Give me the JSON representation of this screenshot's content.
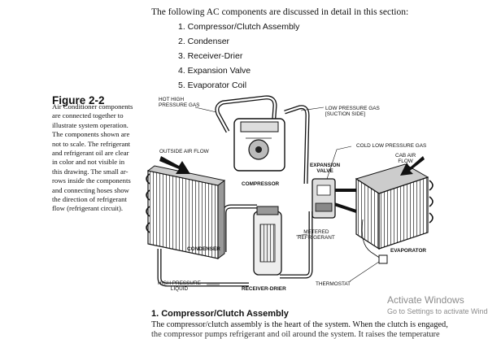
{
  "intro": "The following AC components are discussed in detail in this section:",
  "components": [
    "1. Compressor/Clutch Assembly",
    "2. Condenser",
    "3. Receiver-Drier",
    "4. Expansion Valve",
    "5. Evaporator Coil"
  ],
  "figure": {
    "title": "Figure 2-2",
    "caption_lines": [
      "Air Conditioner components",
      "are connected together to",
      "illustrate system operation.",
      "The components shown are",
      "not to scale. The refrigerant",
      "and refrigerant oil are clear",
      "in color and not visible in",
      "this drawing. The small ar-",
      "rows inside the components",
      "and connecting hoses show",
      "the direction of refrigerant",
      "flow (refrigerant circuit)."
    ]
  },
  "diagram": {
    "hot_high_pressure_gas": [
      "HOT HIGH",
      "PRESSURE GAS"
    ],
    "low_pressure_gas": [
      "LOW PRESSURE GAS",
      "[SUCTION SIDE]"
    ],
    "outside_air_flow": "OUTSIDE AIR FLOW",
    "cold_low_pressure_gas": "COLD LOW PRESSURE GAS",
    "cab_air_flow": [
      "CAB AIR",
      "FLOW"
    ],
    "expansion_valve": [
      "EXPANSION",
      "VALVE"
    ],
    "compressor": "COMPRESSOR",
    "metered_refrigerant": [
      "METERED",
      "REFRIGERANT"
    ],
    "condenser": "CONDENSER",
    "evaporator": "EVAPORATOR",
    "high_pressure_liquid": [
      "HIGH PRESSURE",
      "LIQUID"
    ],
    "receiver_drier": "RECEIVER-DRIER",
    "thermostat": "THERMOSTAT"
  },
  "section": {
    "heading": "1. Compressor/Clutch Assembly",
    "body_line_1": "The compressor/clutch assembly is the heart of the system. When the clutch is engaged,",
    "body_line_2": "the compressor pumps refrigerant and oil around the system. It raises the temperature"
  },
  "watermark": {
    "title": "Activate Windows",
    "subtitle": "Go to Settings to activate Windows."
  }
}
